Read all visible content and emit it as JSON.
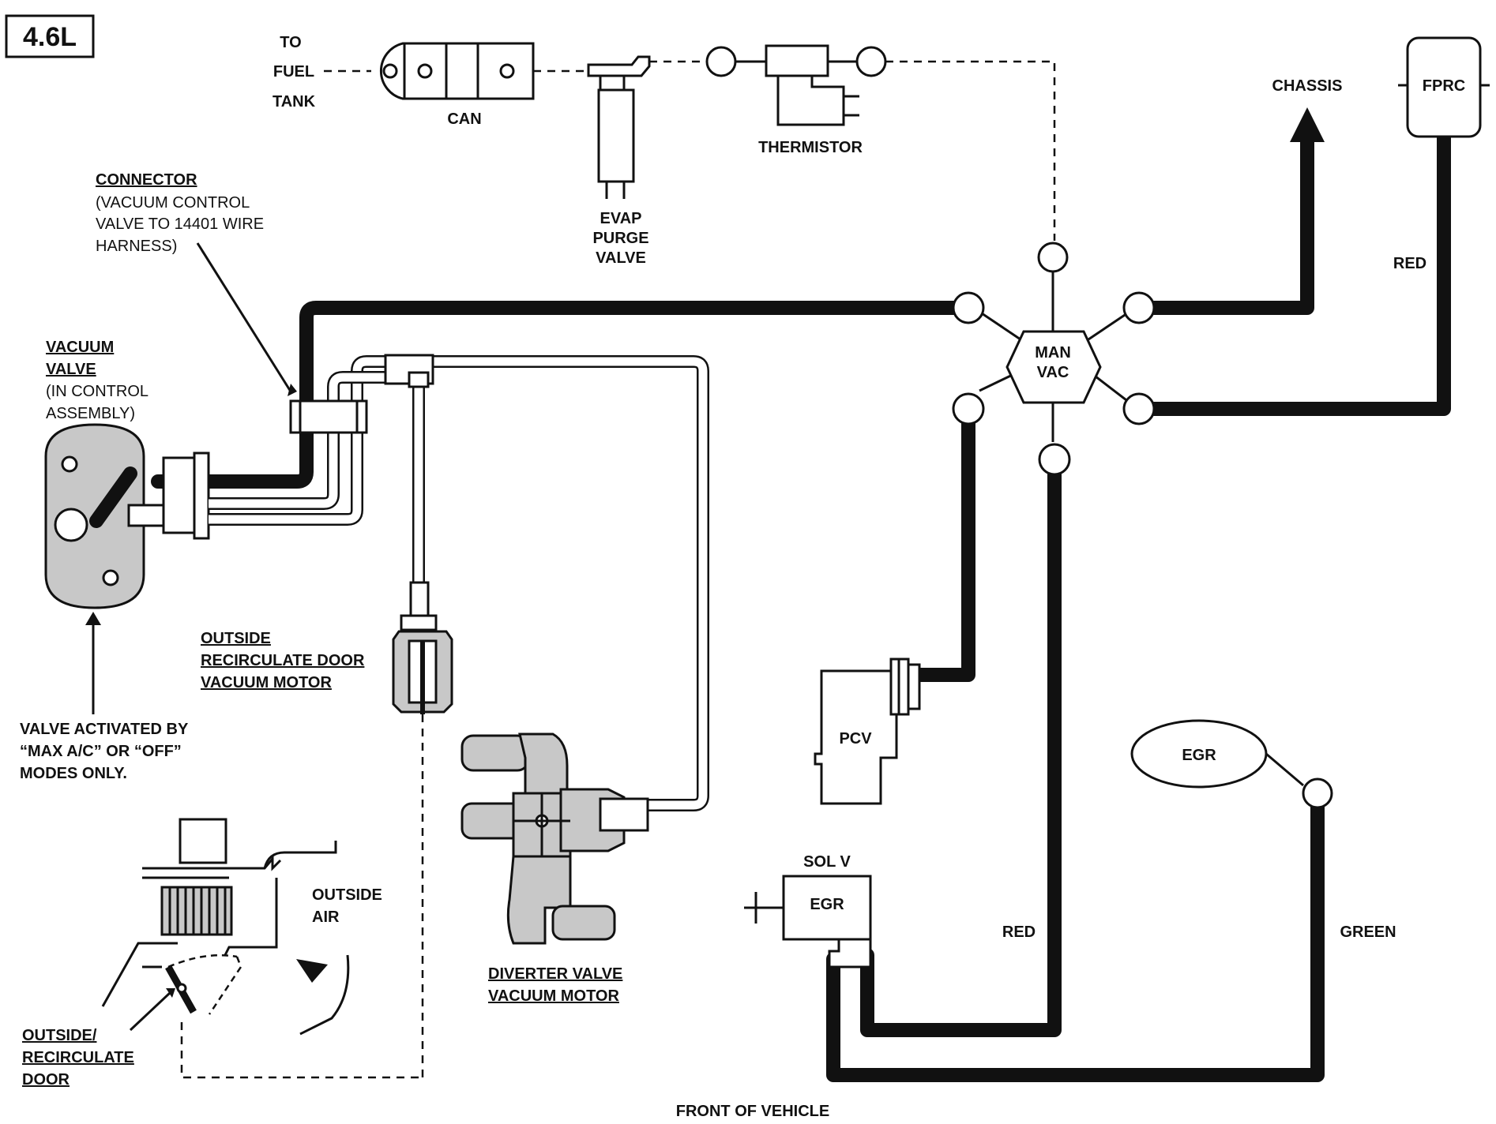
{
  "engine_badge": "4.6L",
  "labels": {
    "to_fuel_tank": [
      "TO",
      "FUEL",
      "TANK"
    ],
    "can": "CAN",
    "thermistor": "THERMISTOR",
    "evap_purge_valve": [
      "EVAP",
      "PURGE",
      "VALVE"
    ],
    "chassis": "CHASSIS",
    "fprc": "FPRC",
    "red_top": "RED",
    "connector_title": "CONNECTOR",
    "connector_desc": [
      "(VACUUM CONTROL",
      "VALVE TO 14401 WIRE",
      "HARNESS)"
    ],
    "vacuum_valve_title": [
      "VACUUM",
      "VALVE"
    ],
    "vacuum_valve_desc": [
      "(IN CONTROL",
      "ASSEMBLY)"
    ],
    "man_vac": [
      "MAN",
      "VAC"
    ],
    "valve_activated": [
      "VALVE ACTIVATED BY",
      "“MAX A/C” OR “OFF”",
      "MODES ONLY."
    ],
    "outside_recirc_motor": [
      "OUTSIDE",
      "RECIRCULATE DOOR",
      "VACUUM MOTOR"
    ],
    "pcv": "PCV",
    "egr": "EGR",
    "sol_v": "SOL V",
    "egr_sol": "EGR",
    "outside_air": [
      "OUTSIDE",
      "AIR"
    ],
    "diverter_valve": [
      "DIVERTER VALVE",
      "VACUUM MOTOR"
    ],
    "red_bottom": "RED",
    "green": "GREEN",
    "outside_recirc_door": [
      "OUTSIDE/",
      "RECIRCULATE",
      "DOOR"
    ],
    "front_of_vehicle": "FRONT OF VEHICLE"
  },
  "colors": {
    "line": "#111111",
    "stipple": "#c8c8c8",
    "background": "#ffffff"
  }
}
